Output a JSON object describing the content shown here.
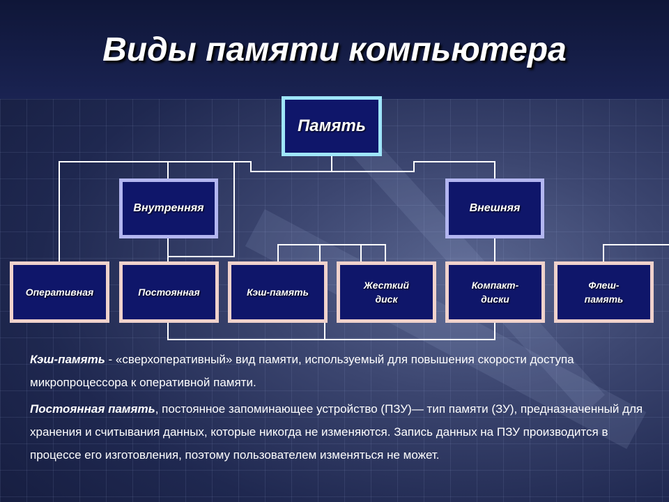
{
  "title": "Виды памяти компьютера",
  "diagram": {
    "root": "Память",
    "internal": "Внутренняя",
    "external": "Внешняя",
    "leaves": {
      "ram": "Оперативная",
      "rom": "Постоянная",
      "cache": "Кэш-память",
      "hdd_line1": "Жесткий",
      "hdd_line2": "диск",
      "cd_line1": "Компакт-",
      "cd_line2": "диски",
      "flash_line1": "Флеш-",
      "flash_line2": "память"
    },
    "colors": {
      "box_fill": "#0f166a",
      "root_border": "#9fe6fa",
      "mid_border": "#b3b6f0",
      "leaf_border": "#f0d2cc",
      "connector": "#ffffff"
    }
  },
  "definitions": {
    "cache_term": "Кэш-память",
    "cache_text": " - «сверхоперативный» вид памяти, используемый для повышения скорости доступа микропроцессора к оперативной памяти.",
    "rom_term": "Постоянная память",
    "rom_text": ", постоянное запоминающее устройство (ПЗУ)— тип памяти (ЗУ), предназначенный для хранения и считывания данных, которые никогда не изменяются. Запись данных на ПЗУ производится в процессе его изготовления, поэтому пользователем изменяться не может."
  }
}
